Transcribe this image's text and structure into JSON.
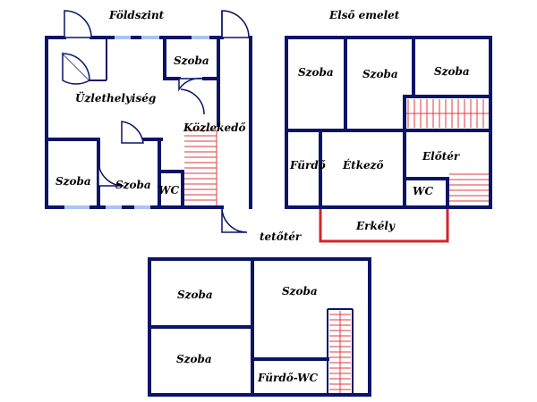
{
  "floors": {
    "ground": {
      "title": "Földszint",
      "rooms": {
        "shop": "Üzlethelyiség",
        "room_top": "Szoba",
        "corridor": "Közlekedő",
        "room_left": "Szoba",
        "room_mid": "Szoba",
        "wc": "WC"
      }
    },
    "first": {
      "title": "Első emelet",
      "rooms": {
        "room1": "Szoba",
        "room2": "Szoba",
        "room3": "Szoba",
        "bath": "Fürdő",
        "dining": "Étkező",
        "hall": "Előtér",
        "wc": "WC",
        "balcony": "Erkély"
      }
    },
    "attic": {
      "title": "tetőtér",
      "rooms": {
        "room_tl": "Szoba",
        "room_big": "Szoba",
        "room_bl": "Szoba",
        "bath_wc": "Fürdő-WC"
      }
    }
  },
  "colors": {
    "walls": "#0a1468",
    "windows": "#a9c6ec",
    "stairs": "#e0383e",
    "balcony": "#d4242a"
  }
}
